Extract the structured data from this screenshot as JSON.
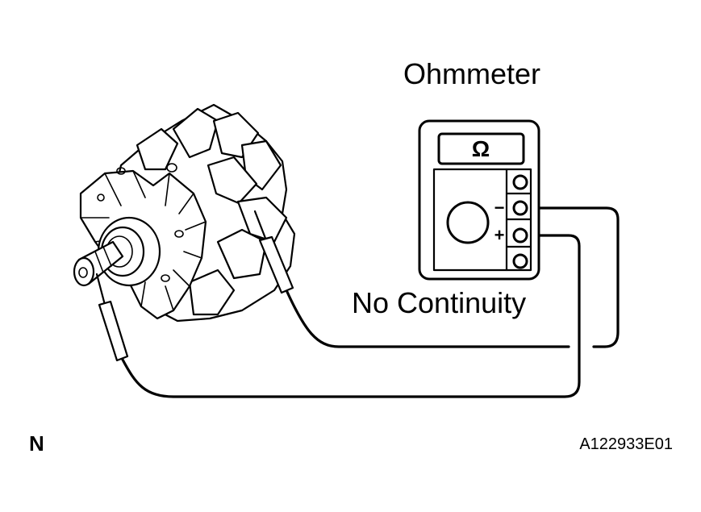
{
  "diagram": {
    "meter_title": "Ohmmeter",
    "meter_symbol": "Ω",
    "terminal_negative": "−",
    "terminal_positive": "+",
    "result_text": "No Continuity",
    "corner_letter": "N",
    "figure_code": "A122933E01"
  }
}
